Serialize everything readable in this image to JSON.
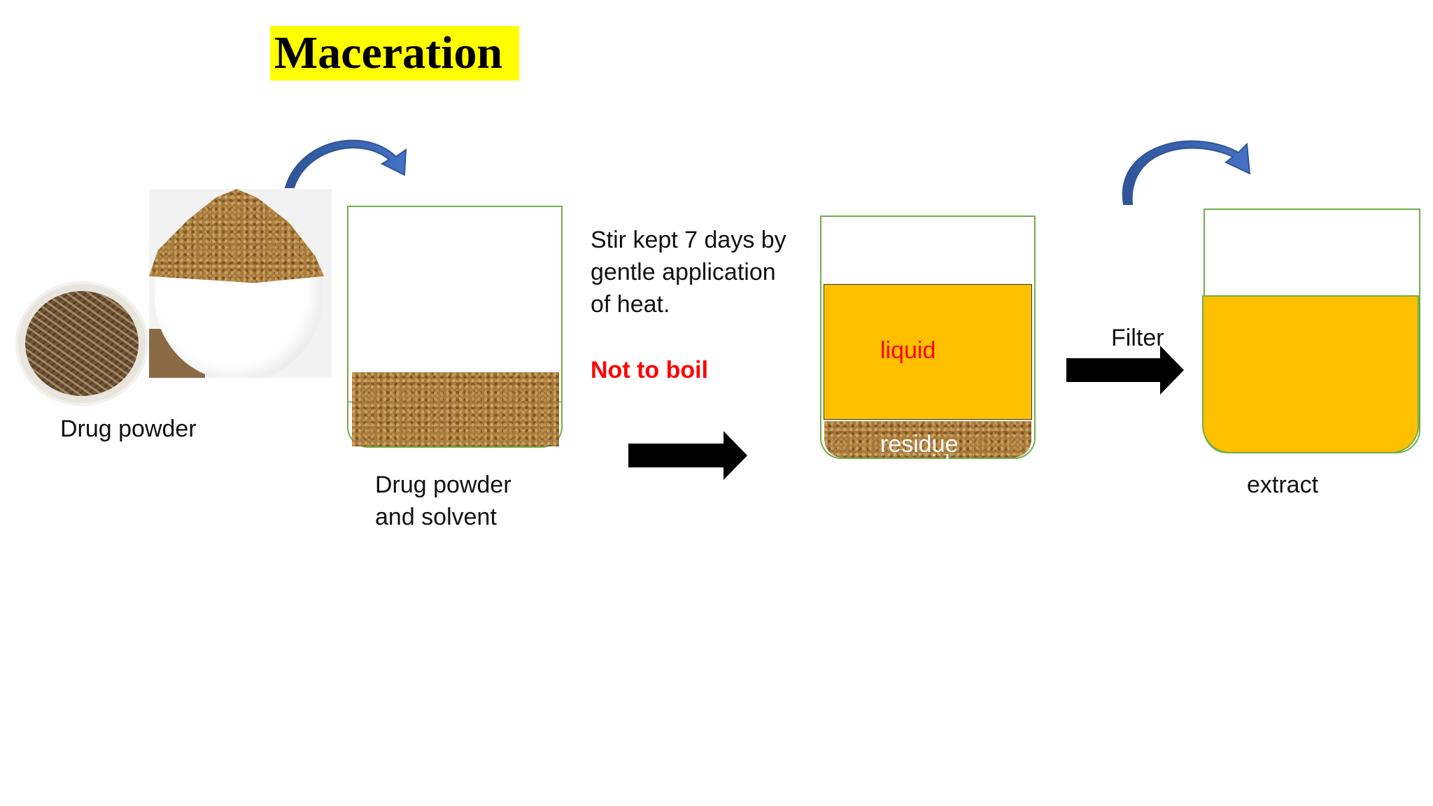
{
  "title": "Maceration",
  "labels": {
    "drug_powder": "Drug powder",
    "drug_powder_solvent_line1": "Drug powder",
    "drug_powder_solvent_line2": "and solvent",
    "instruction_line1": "Stir kept  7 days by",
    "instruction_line2": "gentle application",
    "instruction_line3": "of heat.",
    "warning": "Not to  boil",
    "liquid": "liquid",
    "residue": "residue",
    "filter": "Filter",
    "extract": "extract"
  },
  "colors": {
    "title_highlight": "#ffff00",
    "beaker_outline": "#70ad47",
    "liquid_fill": "#ffc000",
    "warning_text": "#ff0000",
    "curved_arrow": "#4472c4",
    "block_arrow": "#000000"
  }
}
